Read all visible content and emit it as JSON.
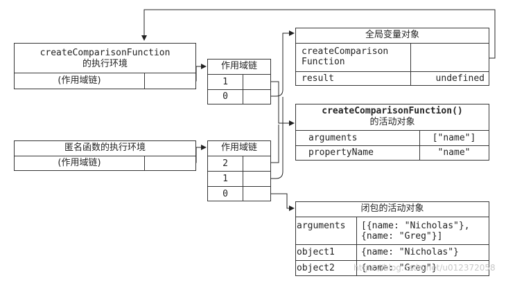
{
  "global_obj": {
    "title": "全局变量对象",
    "rows": [
      {
        "key": "createComparison\nFunction",
        "value": ""
      },
      {
        "key": "result",
        "value": "undefined"
      }
    ]
  },
  "ccf_context": {
    "title_line1": "createComparisonFunction",
    "title_line2": "的执行环境",
    "scope_label": "(作用域链)"
  },
  "scope_chain_1": {
    "title": "作用域链",
    "indices": [
      "1",
      "0"
    ]
  },
  "ccf_activation": {
    "title_line1": "createComparisonFunction()",
    "title_line2": "的活动对象",
    "rows": [
      {
        "key": "arguments",
        "value": "[\"name\"]"
      },
      {
        "key": "propertyName",
        "value": "\"name\""
      }
    ]
  },
  "anon_context": {
    "title": "匿名函数的执行环境",
    "scope_label": "(作用域链)"
  },
  "scope_chain_2": {
    "title": "作用域链",
    "indices": [
      "2",
      "1",
      "0"
    ]
  },
  "closure_activation": {
    "title": "闭包的活动对象",
    "rows": [
      {
        "key": "arguments",
        "value": "[{name: \"Nicholas\"},\n{name: \"Greg\"}]"
      },
      {
        "key": "object1",
        "value": "{name: \"Nicholas\"}"
      },
      {
        "key": "object2",
        "value": "{name: \"Greg\"}"
      }
    ]
  },
  "watermark": "https://blog.csdn.net/u012372058"
}
